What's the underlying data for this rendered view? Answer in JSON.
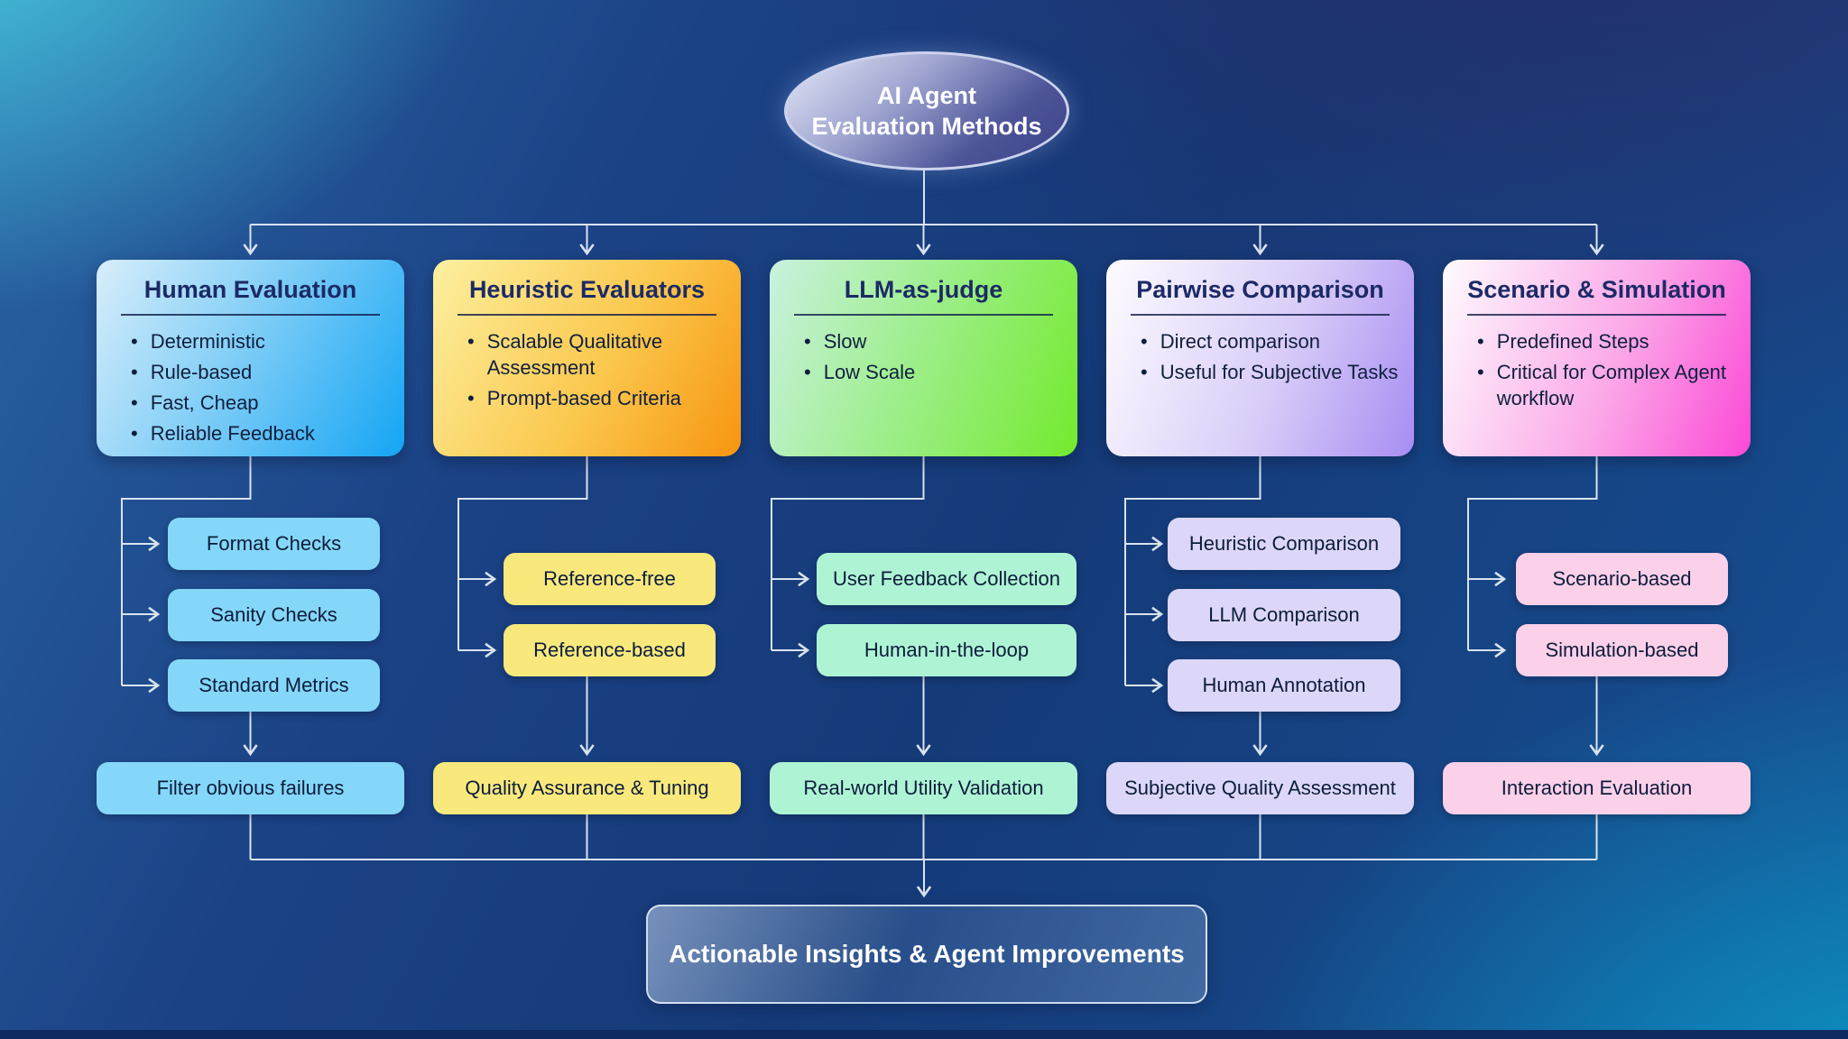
{
  "header": {
    "node_label_lines": [
      "AI Agent",
      "Evaluation Methods"
    ]
  },
  "columns": [
    {
      "title": "Human Evaluation",
      "bullets": [
        "Deterministic",
        "Rule-based",
        "Fast, Cheap",
        "Reliable Feedback"
      ],
      "children": [
        "Format Checks",
        "Sanity Checks",
        "Standard Metrics"
      ],
      "outcome": "Filter obvious failures",
      "colors": {
        "card_from": "#d8eefb",
        "card_to": "#14a5f4",
        "chip": "#84d7f8"
      }
    },
    {
      "title": "Heuristic Evaluators",
      "bullets": [
        "Scalable Qualitative Assessment",
        "Prompt-based Criteria"
      ],
      "children": [
        "Reference-free",
        "Reference-based"
      ],
      "outcome": "Quality Assurance & Tuning",
      "colors": {
        "card_from": "#fcf0a0",
        "card_to": "#f79510",
        "chip": "#f9e97c"
      }
    },
    {
      "title": "LLM-as-judge",
      "bullets": [
        "Slow",
        "Low Scale"
      ],
      "children": [
        "User Feedback Collection",
        "Human-in-the-loop"
      ],
      "outcome": "Real-world Utility Validation",
      "colors": {
        "card_from": "#c9f1df",
        "card_to": "#74ea2e",
        "chip": "#aef4d4"
      }
    },
    {
      "title": "Pairwise Comparison",
      "bullets": [
        "Direct comparison",
        "Useful for Subjective Tasks"
      ],
      "children": [
        "Heuristic Comparison",
        "LLM Comparison",
        "Human Annotation"
      ],
      "outcome": "Subjective Quality Assessment",
      "colors": {
        "card_from": "#fdfcff",
        "card_to": "#a78df2",
        "chip": "#dcd7f8"
      }
    },
    {
      "title": "Scenario & Simulation",
      "bullets": [
        "Predefined Steps",
        "Critical for Complex Agent workflow"
      ],
      "children": [
        "Scenario-based",
        "Simulation-based"
      ],
      "outcome": "Interaction Evaluation",
      "colors": {
        "card_from": "#fefbfe",
        "card_to": "#fb49d6",
        "chip": "#fbd0e9"
      }
    }
  ],
  "footer": {
    "label": "Actionable Insights & Agent Improvements"
  },
  "bullet_glyph": "•",
  "connector_color": "#d9e3f0"
}
